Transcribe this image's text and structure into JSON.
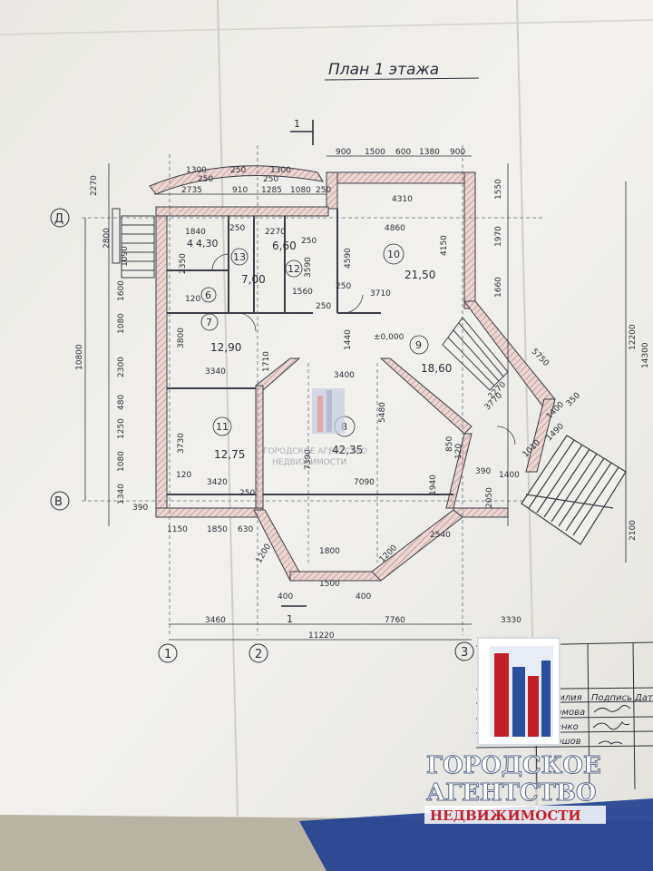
{
  "plan": {
    "title": "План 1 этажа",
    "section_mark": "1",
    "level_mark": "±0,000"
  },
  "rooms": [
    {
      "num": "4",
      "area": "4,30"
    },
    {
      "num": "6",
      "area": ""
    },
    {
      "num": "7",
      "area": "12,90"
    },
    {
      "num": "8",
      "area": "42,35"
    },
    {
      "num": "9",
      "area": "18,60"
    },
    {
      "num": "10",
      "area": "21,50"
    },
    {
      "num": "11",
      "area": "12,75"
    },
    {
      "num": "12",
      "area": "6,60"
    },
    {
      "num": "13",
      "area": "7,00"
    }
  ],
  "dimensions": {
    "top_row1": [
      "900",
      "1500",
      "600",
      "1380",
      "900"
    ],
    "top_row2": [
      "1300",
      "250",
      "1300"
    ],
    "top_row3": [
      "250",
      "250"
    ],
    "top_row4": [
      "2735",
      "910",
      "1285",
      "1080",
      "250"
    ],
    "room_dims": [
      "4310",
      "4860",
      "1840",
      "250",
      "2270",
      "250",
      "4590",
      "4150",
      "2350",
      "3590",
      "1560",
      "250",
      "3710",
      "120",
      "250",
      "1440",
      "3800",
      "1710",
      "3340",
      "3400",
      "5480",
      "3730",
      "7390",
      "120",
      "3420",
      "7090",
      "250",
      "1940",
      "850",
      "120",
      "3770",
      "2270",
      "1400",
      "1490",
      "350",
      "1010",
      "1400",
      "390",
      "2050",
      "5750",
      "1150",
      "1850",
      "630",
      "2540",
      "1200",
      "1800",
      "1200",
      "1500",
      "400",
      "400"
    ],
    "left_col": [
      "2270",
      "2800",
      "1090",
      "1600",
      "1080",
      "2300",
      "480",
      "1250",
      "1080",
      "1340",
      "390",
      "10800"
    ],
    "right_col": [
      "1550",
      "1970",
      "1660",
      "12200",
      "2100",
      "14300"
    ],
    "bottom_row": [
      "3460",
      "7760",
      "3330"
    ],
    "bottom_total": "11220"
  },
  "axes": {
    "letters": [
      "Д",
      "В"
    ],
    "numbers": [
      "1",
      "2",
      "3"
    ]
  },
  "title_block": {
    "headers": [
      "Фамилия",
      "Подпись",
      "Дата"
    ],
    "names": [
      "Абрамова",
      "Руденко",
      "Болашов"
    ]
  },
  "watermark": {
    "line1": "ГОРОДСКОЕ АГЕНТСТВО",
    "line2": "НЕДВИЖИМОСТИ"
  },
  "agency_logo": {
    "line1": "ГОРОДСКОЕ",
    "line2": "АГЕНТСТВО",
    "line3": "НЕДВИЖИМОСТИ"
  },
  "colors": {
    "paper": "#f1f0ec",
    "ink": "#2b2f3a",
    "wall_hatch": "#c9a9a4",
    "logo_red": "#c4202a",
    "logo_blue": "#2a4e9c"
  }
}
